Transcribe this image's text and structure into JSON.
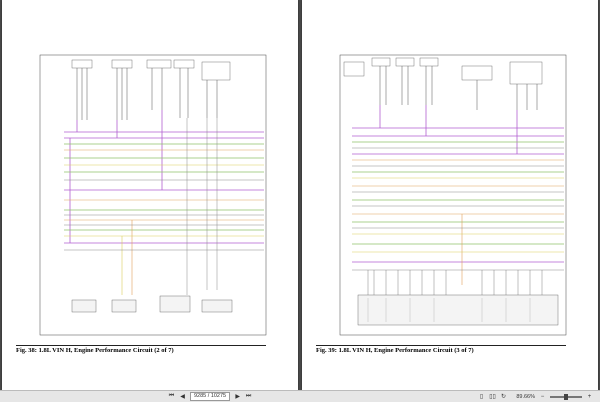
{
  "left_page": {
    "caption": "Fig. 38: 1.8L VIN H, Engine Performance Circuit (2 of 7)"
  },
  "right_page": {
    "caption": "Fig. 39: 1.8L VIN H, Engine Performance Circuit (3 of 7)"
  },
  "toolbar": {
    "first_icon": "first-page-icon",
    "prev_icon": "previous-page-icon",
    "page_indicator": "9285 / 10275",
    "next_icon": "next-page-icon",
    "last_icon": "last-page-icon",
    "zoom_level": "89.66%",
    "zoom_out_label": "−",
    "zoom_in_label": "+"
  },
  "colors": {
    "background": "#4d4d4d",
    "wire_purple": "#b25fd1",
    "wire_green": "#8fc06a",
    "wire_orange": "#e0a15a",
    "wire_yellow": "#d9cf5a",
    "wire_gray": "#8a8a8a"
  }
}
